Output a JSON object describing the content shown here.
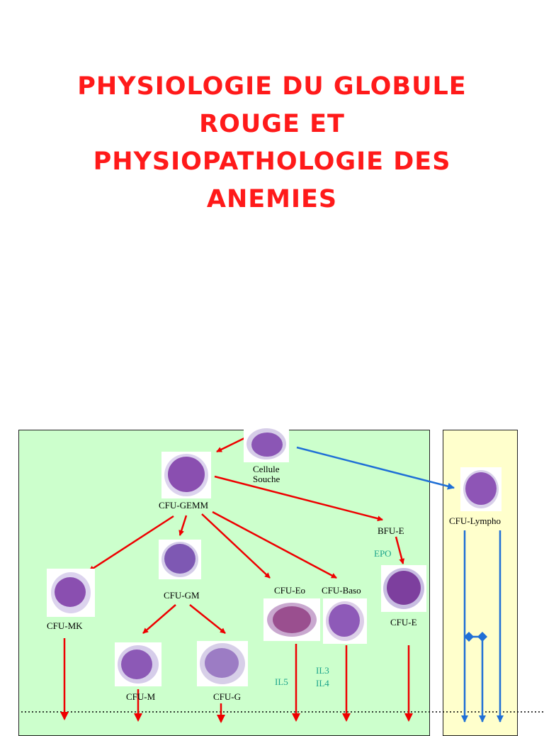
{
  "title": {
    "line1": "PHYSIOLOGIE DU GLOBULE",
    "line2": "ROUGE ET",
    "line3": "PHYSIOPATHOLOGIE DES",
    "line4": "ANEMIES"
  },
  "diagram": {
    "cells": {
      "cellule_souche": [
        "Cellule",
        "Souche"
      ],
      "cfu_gemm": "CFU-GEMM",
      "cfu_lympho": "CFU-Lympho",
      "bfu_e": "BFU-E",
      "cfu_mk": "CFU-MK",
      "cfu_gm": "CFU-GM",
      "cfu_eo": "CFU-Eo",
      "cfu_baso": "CFU-Baso",
      "cfu_e": "CFU-E",
      "cfu_m": "CFU-M",
      "cfu_g": "CFU-G"
    },
    "cytokines": {
      "epo": "EPO",
      "il5": "IL5",
      "il3": "IL3",
      "il4": "IL4"
    }
  },
  "colors": {
    "title": "#ff1a1a",
    "myeloid_panel": "#ccffcc",
    "lymphoid_panel": "#ffffcc",
    "myeloid_arrow": "#ee0000",
    "lymphoid_arrow": "#1f6fd6",
    "cytokine_text": "#1aa38a",
    "cell_cytoplasm": "#d9d2ec",
    "cell_nucleus": "#8a4fb0"
  }
}
